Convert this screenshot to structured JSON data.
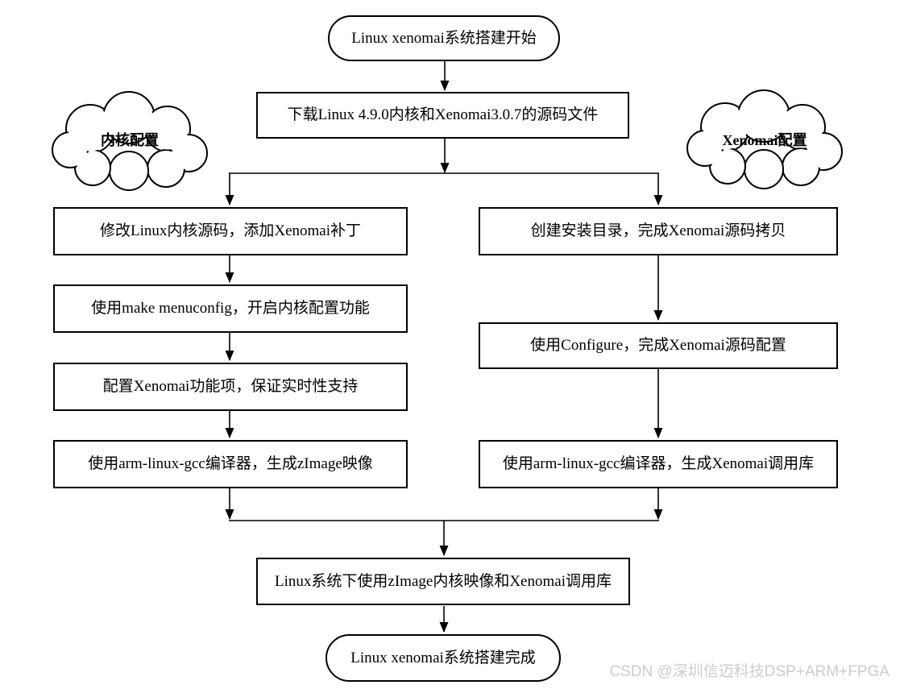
{
  "diagram": {
    "title_domain": "flowchart",
    "start_label": "Linux xenomai系统搭建开始",
    "download_label": "下载Linux 4.9.0内核和Xenomai3.0.7的源码文件",
    "left_cloud_label": "内核配置",
    "right_cloud_label": "Xenomai配置",
    "left_steps": [
      "修改Linux内核源码，添加Xenomai补丁",
      "使用make menuconfig，开启内核配置功能",
      "配置Xenomai功能项，保证实时性支持",
      "使用arm-linux-gcc编译器，生成zImage映像"
    ],
    "right_steps": [
      "创建安装目录，完成Xenomai源码拷贝",
      "使用Configure，完成Xenomai源码配置",
      "使用arm-linux-gcc编译器，生成Xenomai调用库"
    ],
    "merge_label": "Linux系统下使用zImage内核映像和Xenomai调用库",
    "end_label": "Linux xenomai系统搭建完成"
  },
  "watermark": "CSDN @深圳信迈科技DSP+ARM+FPGA",
  "colors": {
    "line": "#000000",
    "box_fill": "#ffffff",
    "watermark": "#cccccc",
    "background": "#ffffff"
  }
}
